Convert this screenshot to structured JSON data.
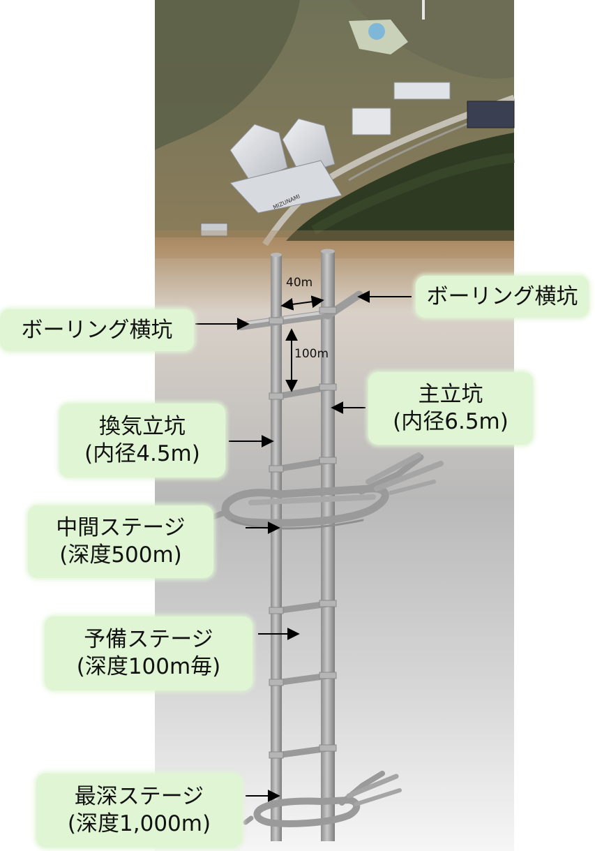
{
  "site_photo": {
    "building_sign": "MIZUNAMI"
  },
  "labels": {
    "boring_tunnel_right": "ボーリング横坑",
    "boring_tunnel_left": "ボーリング横坑",
    "main_shaft": {
      "name": "主立坑",
      "detail": "(内径6.5m)"
    },
    "vent_shaft": {
      "name": "換気立坑",
      "detail": "(内径4.5m)"
    },
    "middle_stage": {
      "name": "中間ステージ",
      "detail": "(深度500m)"
    },
    "reserve_stage": {
      "name": "予備ステージ",
      "detail": "(深度100m毎)"
    },
    "deepest_stage": {
      "name": "最深ステージ",
      "detail": "(深度1,000m)"
    }
  },
  "dimensions": {
    "shaft_spacing": "40m",
    "stage_interval": "100m"
  },
  "colors": {
    "callout_bg": "#dff5d3",
    "shaft": "#a9a9a9",
    "forest": "#2f3a22"
  }
}
